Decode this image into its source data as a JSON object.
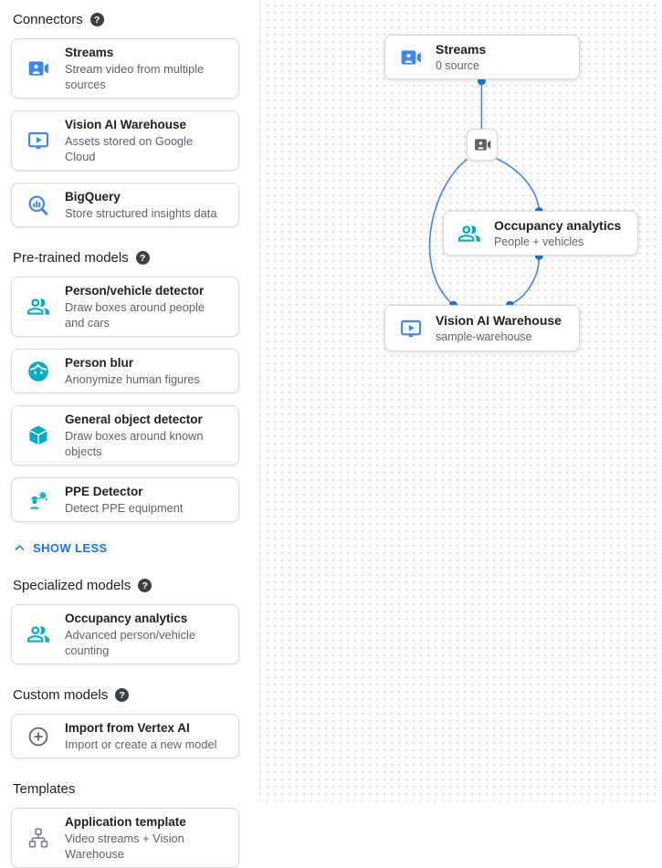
{
  "colors": {
    "accent_blue": "#1a73e8",
    "icon_blue": "#4285f4",
    "icon_teal": "#00acc1",
    "icon_gray": "#5f6368",
    "edge_line": "#4285f4",
    "edge_dot": "#1a73e8",
    "card_border": "#dadce0",
    "text_primary": "#202124",
    "text_secondary": "#5f6368"
  },
  "sidebar": {
    "show_less_label": "SHOW LESS",
    "sections": [
      {
        "heading": "Connectors",
        "cards": [
          {
            "icon": "streams-icon",
            "title": "Streams",
            "description": "Stream video from multiple sources"
          },
          {
            "icon": "vision-warehouse-icon",
            "title": "Vision AI Warehouse",
            "description": "Assets stored on Google Cloud"
          },
          {
            "icon": "bigquery-icon",
            "title": "BigQuery",
            "description": "Store structured insights data"
          }
        ]
      },
      {
        "heading": "Pre-trained models",
        "cards": [
          {
            "icon": "person-vehicle-detector-icon",
            "title": "Person/vehicle detector",
            "description": "Draw boxes around people and cars"
          },
          {
            "icon": "person-blur-icon",
            "title": "Person blur",
            "description": "Anonymize human figures"
          },
          {
            "icon": "general-object-detector-icon",
            "title": "General object detector",
            "description": "Draw boxes around known objects"
          },
          {
            "icon": "ppe-detector-icon",
            "title": "PPE Detector",
            "description": "Detect PPE equipment"
          }
        ]
      },
      {
        "heading": "Specialized models",
        "cards": [
          {
            "icon": "occupancy-analytics-icon",
            "title": "Occupancy analytics",
            "description": "Advanced person/vehicle counting"
          }
        ]
      },
      {
        "heading": "Custom models",
        "cards": [
          {
            "icon": "import-vertex-icon",
            "title": "Import from Vertex AI",
            "description": "Import or create a new model"
          }
        ]
      },
      {
        "heading": "Templates",
        "cards": [
          {
            "icon": "application-template-icon",
            "title": "Application template",
            "description": "Video streams + Vision Warehouse"
          }
        ]
      }
    ]
  },
  "canvas": {
    "nodes": {
      "streams": {
        "title": "Streams",
        "subtitle": "0 source",
        "icon": "video-camera-icon"
      },
      "stream_source": {
        "icon": "video-camera-icon"
      },
      "occupancy": {
        "title": "Occupancy analytics",
        "subtitle": "People + vehicles",
        "icon": "people-icon"
      },
      "warehouse": {
        "title": "Vision AI Warehouse",
        "subtitle": "sample-warehouse",
        "icon": "smart-display-icon"
      }
    }
  }
}
